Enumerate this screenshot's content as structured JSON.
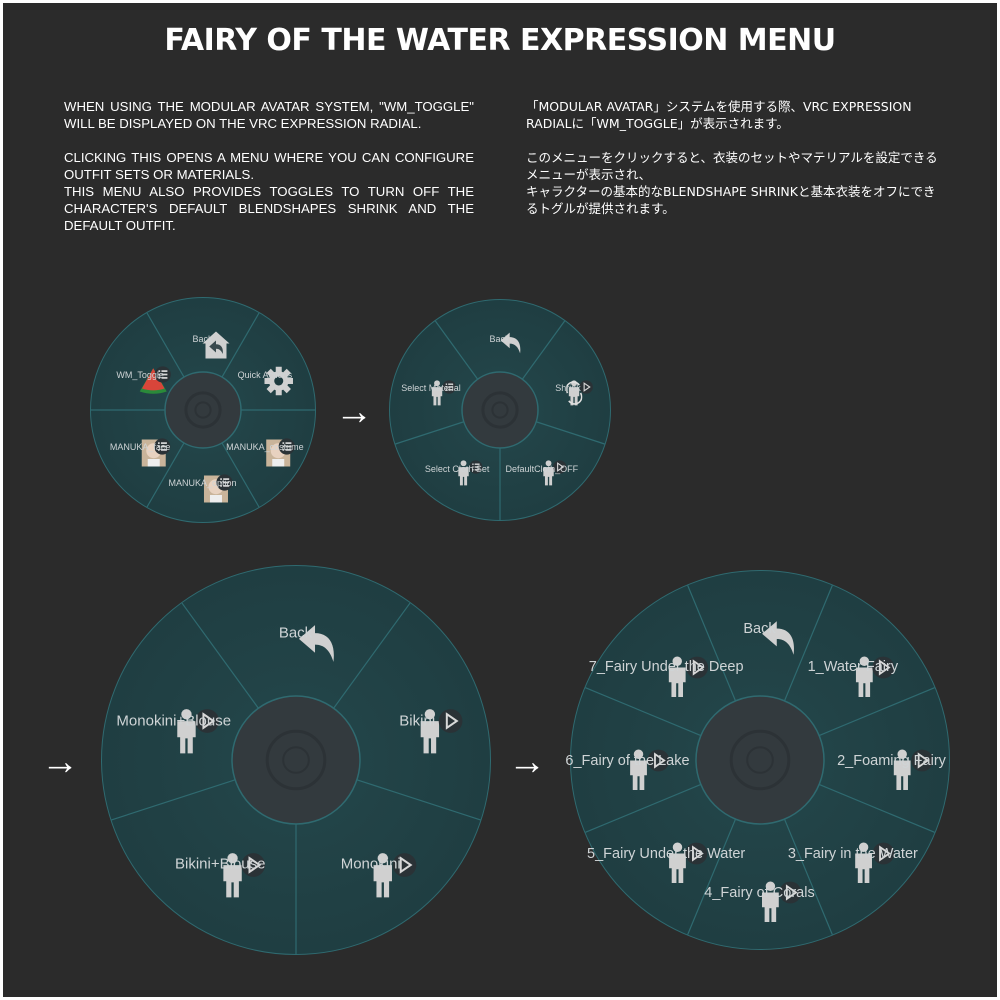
{
  "title": "FAIRY OF THE WATER EXPRESSION MENU",
  "description_en": [
    "WHEN USING THE MODULAR AVATAR SYSTEM, \"WM_TOGGLE\" WILL BE DISPLAYED ON THE VRC EXPRESSION RADIAL.",
    "CLICKING THIS OPENS A MENU WHERE YOU CAN CONFIGURE OUTFIT SETS OR MATERIALS.",
    "THIS MENU ALSO PROVIDES TOGGLES TO TURN OFF THE CHARACTER'S DEFAULT BLENDSHAPES SHRINK AND THE DEFAULT OUTFIT."
  ],
  "description_jp": [
    "「MODULAR AVATAR」システムを使用する際、VRC EXPRESSION RADIALに「WM_TOGGLE」が表示されます。",
    "このメニューをクリックすると、衣装のセットやマテリアルを設定できるメニューが表示され、",
    "キャラクターの基本的なBLENDSHAPE SHRINKと基本衣装をオフにできるトグルが提供されます。"
  ],
  "arrow_glyph": "→",
  "colors": {
    "background": "#2b2b2b",
    "radial_fill": "#1d3a3e",
    "radial_line": "#2f6a70",
    "center": "#333a3e",
    "text": "#cfd4d6"
  },
  "menus": [
    {
      "name": "main-radial",
      "items": [
        {
          "label": "Back",
          "icon": "home-back-icon",
          "badge": ""
        },
        {
          "label": "Quick Actions",
          "icon": "gear-icon",
          "badge": ""
        },
        {
          "label": "MANUKA_costume",
          "icon": "costume-thumbnail-icon",
          "badge": "submenu"
        },
        {
          "label": "MANUKA_option",
          "icon": "option-thumbnail-icon",
          "badge": "submenu"
        },
        {
          "label": "MANUKA_face",
          "icon": "face-thumbnail-icon",
          "badge": "submenu"
        },
        {
          "label": "WM_Toggle",
          "icon": "watermelon-icon",
          "badge": "submenu"
        }
      ]
    },
    {
      "name": "wm-toggle-radial",
      "items": [
        {
          "label": "Back",
          "icon": "back-arrow-icon",
          "badge": ""
        },
        {
          "label": "Shrink",
          "icon": "shrink-person-icon",
          "badge": "toggle"
        },
        {
          "label": "DefaultCloth_OFF",
          "icon": "person-icon",
          "badge": "toggle"
        },
        {
          "label": "Select Cloth Set",
          "icon": "person-icon",
          "badge": "submenu"
        },
        {
          "label": "Select Material",
          "icon": "person-icon",
          "badge": "submenu"
        }
      ]
    },
    {
      "name": "cloth-set-radial",
      "items": [
        {
          "label": "Back",
          "icon": "back-arrow-icon",
          "badge": ""
        },
        {
          "label": "Bikini",
          "icon": "person-icon",
          "badge": "toggle"
        },
        {
          "label": "Monokini",
          "icon": "person-icon",
          "badge": "toggle"
        },
        {
          "label": "Bikini+Blouse",
          "icon": "person-icon",
          "badge": "toggle"
        },
        {
          "label": "Monokini+Blouse",
          "icon": "person-icon",
          "badge": "toggle"
        }
      ]
    },
    {
      "name": "material-radial",
      "items": [
        {
          "label": "Back",
          "icon": "back-arrow-icon",
          "badge": ""
        },
        {
          "label": "1_Water Fairy",
          "icon": "person-icon",
          "badge": "toggle"
        },
        {
          "label": "2_Foaming Fairy",
          "icon": "person-icon",
          "badge": "toggle"
        },
        {
          "label": "3_Fairy in the Water",
          "icon": "person-icon",
          "badge": "toggle"
        },
        {
          "label": "4_Fairy of Corals",
          "icon": "person-icon",
          "badge": "toggle"
        },
        {
          "label": "5_Fairy Under the Water",
          "icon": "person-icon",
          "badge": "toggle"
        },
        {
          "label": "6_Fairy of the Lake",
          "icon": "person-icon",
          "badge": "toggle"
        },
        {
          "label": "7_Fairy Under the Deep",
          "icon": "person-icon",
          "badge": "toggle"
        }
      ]
    }
  ]
}
